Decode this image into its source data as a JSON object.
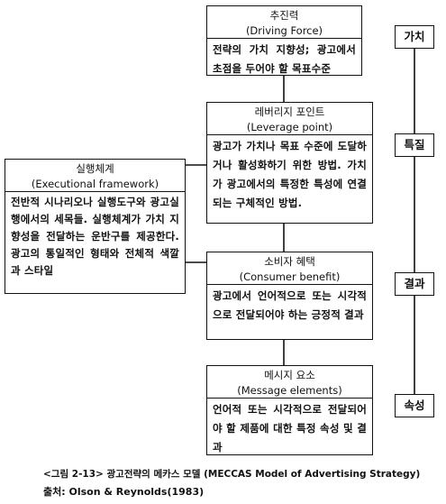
{
  "boxes": {
    "driving_force": {
      "title": "추진력",
      "subtitle": "(Driving Force)",
      "text": "전략의 가치 지향성; 광고에서 초점을 두어야 할 목표수준"
    },
    "leverage_point": {
      "title": "레버리지 포인트",
      "subtitle": "(Leverage point)",
      "text": "광고가 가치나 목표 수준에 도달하거나 활성화하기 위한 방법. 가치가 광고에서의 특정한 특성에 연결되는 구체적인 방법."
    },
    "executional_framework": {
      "title": "실행체계",
      "subtitle": "(Executional framework)",
      "text": "전반적 시나리오나 실행도구와 광고실행에서의 세목들. 실행체계가 가치 지향성을 전달하는 운반구를 제공한다. 광고의 통일적인 형태와 전체적 색깔과 스타일"
    },
    "consumer_benefit": {
      "title": "소비자 혜택",
      "subtitle": "(Consumer benefit)",
      "text": "광고에서 언어적으로 또는 시각적으로 전달되어야 하는 긍정적 결과"
    },
    "message_elements": {
      "title": "메시지 요소",
      "subtitle": "(Message elements)",
      "text": "언어적 또는 시각적으로 전달되어야 할 제품에 대한 특정 속성 및 결과"
    }
  },
  "levels": [
    "가치",
    "특질",
    "결과",
    "속성"
  ],
  "caption": {
    "line1": "<그림 2-13> 광고전략의 메카스 모델 (MECCAS Model of Advertising Strategy)",
    "line2": "출처: Olson & Reynolds(1983)"
  }
}
